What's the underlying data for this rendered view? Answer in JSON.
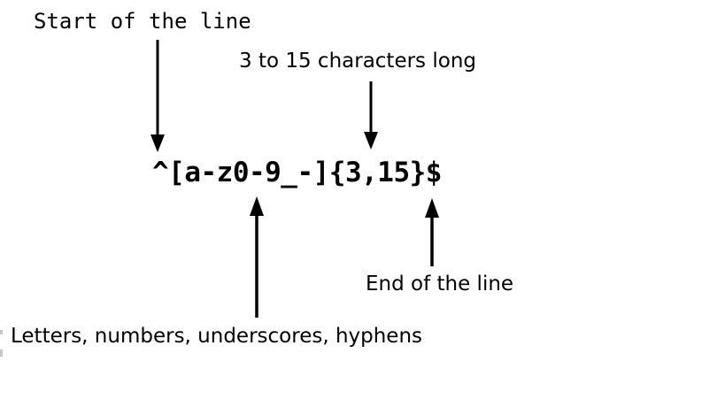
{
  "colors": {
    "background": "#ffffff",
    "text": "#000000",
    "arrow": "#000000"
  },
  "diagram": {
    "regex": "^[a-z0-9_-]{3,15}$",
    "annotations": [
      {
        "id": "start",
        "label": "Start of the line",
        "points_to": "^"
      },
      {
        "id": "length",
        "label": "3 to 15 characters long",
        "points_to": "{3,15}"
      },
      {
        "id": "charset",
        "label": "Letters, numbers, underscores, hyphens",
        "points_to": "[a-z0-9_-]"
      },
      {
        "id": "end",
        "label": "End of the line",
        "points_to": "$"
      }
    ]
  }
}
